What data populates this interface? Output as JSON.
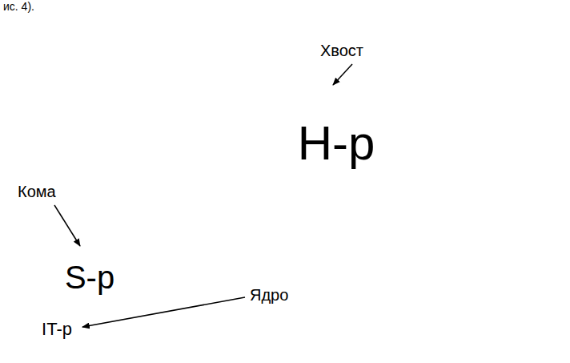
{
  "diagram": {
    "nodes": [
      {
        "text": [
          "H-p"
        ]
      },
      {
        "text": [
          "S-p"
        ]
      },
      {
        "text": [
          "IT-p"
        ],
        "in": 1
      }
    ],
    "labels": [
      "ис. 4).",
      "Хвост",
      "Кома",
      "Ядро"
    ]
  }
}
